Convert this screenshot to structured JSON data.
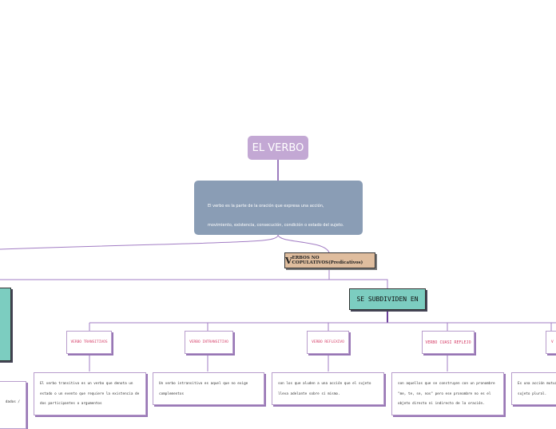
{
  "root": {
    "title": "EL VERBO"
  },
  "definition": {
    "text": "El verbo es la parte de la oración que expresa una acción, movimiento, existencia, consecución, condición o estado del sujeto."
  },
  "no_copulativos": {
    "initial": "V",
    "rest": "ERBOS NO COPULATIVOS(Predicativos)"
  },
  "subdividen": {
    "label": "SE SUBDIVIDEN EN"
  },
  "types": [
    {
      "label": "VERBO TRANSITIVOS",
      "desc": "El verbo transitivo es un verbo que denota un estado o un evento que requiere la existencia de dos participantes o argumentos"
    },
    {
      "label": "VERBO INTRANSITIVO",
      "desc": "Un verbo intransitivo es aquel que no exige complementos"
    },
    {
      "label": "VERBO REFLEXIVO",
      "desc": "son los que aluden a una acción que el sujeto lleva adelante sobre sí mismo."
    },
    {
      "label": "VERBO CUASI REFLEJO",
      "desc": "son aquellos que se construyen con un pronombre \"me, te, se, nos\" pero ese pronombre no es el objeto directo ni indirecto de la oración."
    },
    {
      "label": "V",
      "desc": "Es una acción mutua un sujeto plural."
    }
  ],
  "left_partial": {
    "text": "dados /"
  },
  "colors": {
    "line": "#9b6cc0",
    "root": "#c3a8d4",
    "definition": "#8a9db5",
    "teal": "#7ccdc0",
    "tan": "#dfbd9e",
    "type_text": "#d6406a"
  }
}
